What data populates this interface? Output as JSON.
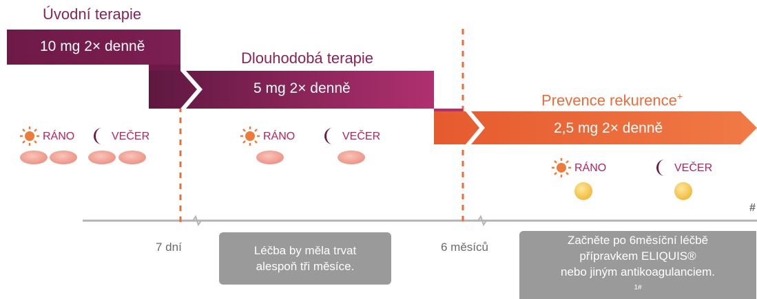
{
  "phases": {
    "initial": {
      "title": "Úvodní terapie",
      "dose": "10 mg 2× denně"
    },
    "long_term": {
      "title": "Dlouhodobá terapie",
      "dose": "5 mg 2× denně"
    },
    "prevention": {
      "title": "Prevence rekurence",
      "title_mark": "+",
      "dose": "2,5 mg 2× denně"
    }
  },
  "time_words": {
    "morning": "RÁNO",
    "evening": "VEČER"
  },
  "timeline": {
    "tick_7_days": "7 dní",
    "tick_6_months": "6 měsíců",
    "note_long_term": [
      "Léčba by měla trvat",
      "alespoň tři měsíce."
    ],
    "note_prevention": [
      "Začněte po 6měsíční léčbě",
      "přípravkem ELIQUIS®",
      "nebo jiným antikoagulanciem."
    ],
    "note_prevention_sup": "1#",
    "edge_mark": "#"
  },
  "colors": {
    "initial": "#6e1a48",
    "long_term_start": "#5e1840",
    "long_term_end": "#b0306f",
    "prevention": "#ee6a36",
    "dashed": "#ee6a36",
    "axis": "#b3b3b3",
    "note_box": "#9a9a9a",
    "pill_5mg": "#f2a59a",
    "pill_2_5mg": "#f4cc5a"
  },
  "icons": {
    "sun": "sun-icon",
    "moon": "moon-icon"
  }
}
